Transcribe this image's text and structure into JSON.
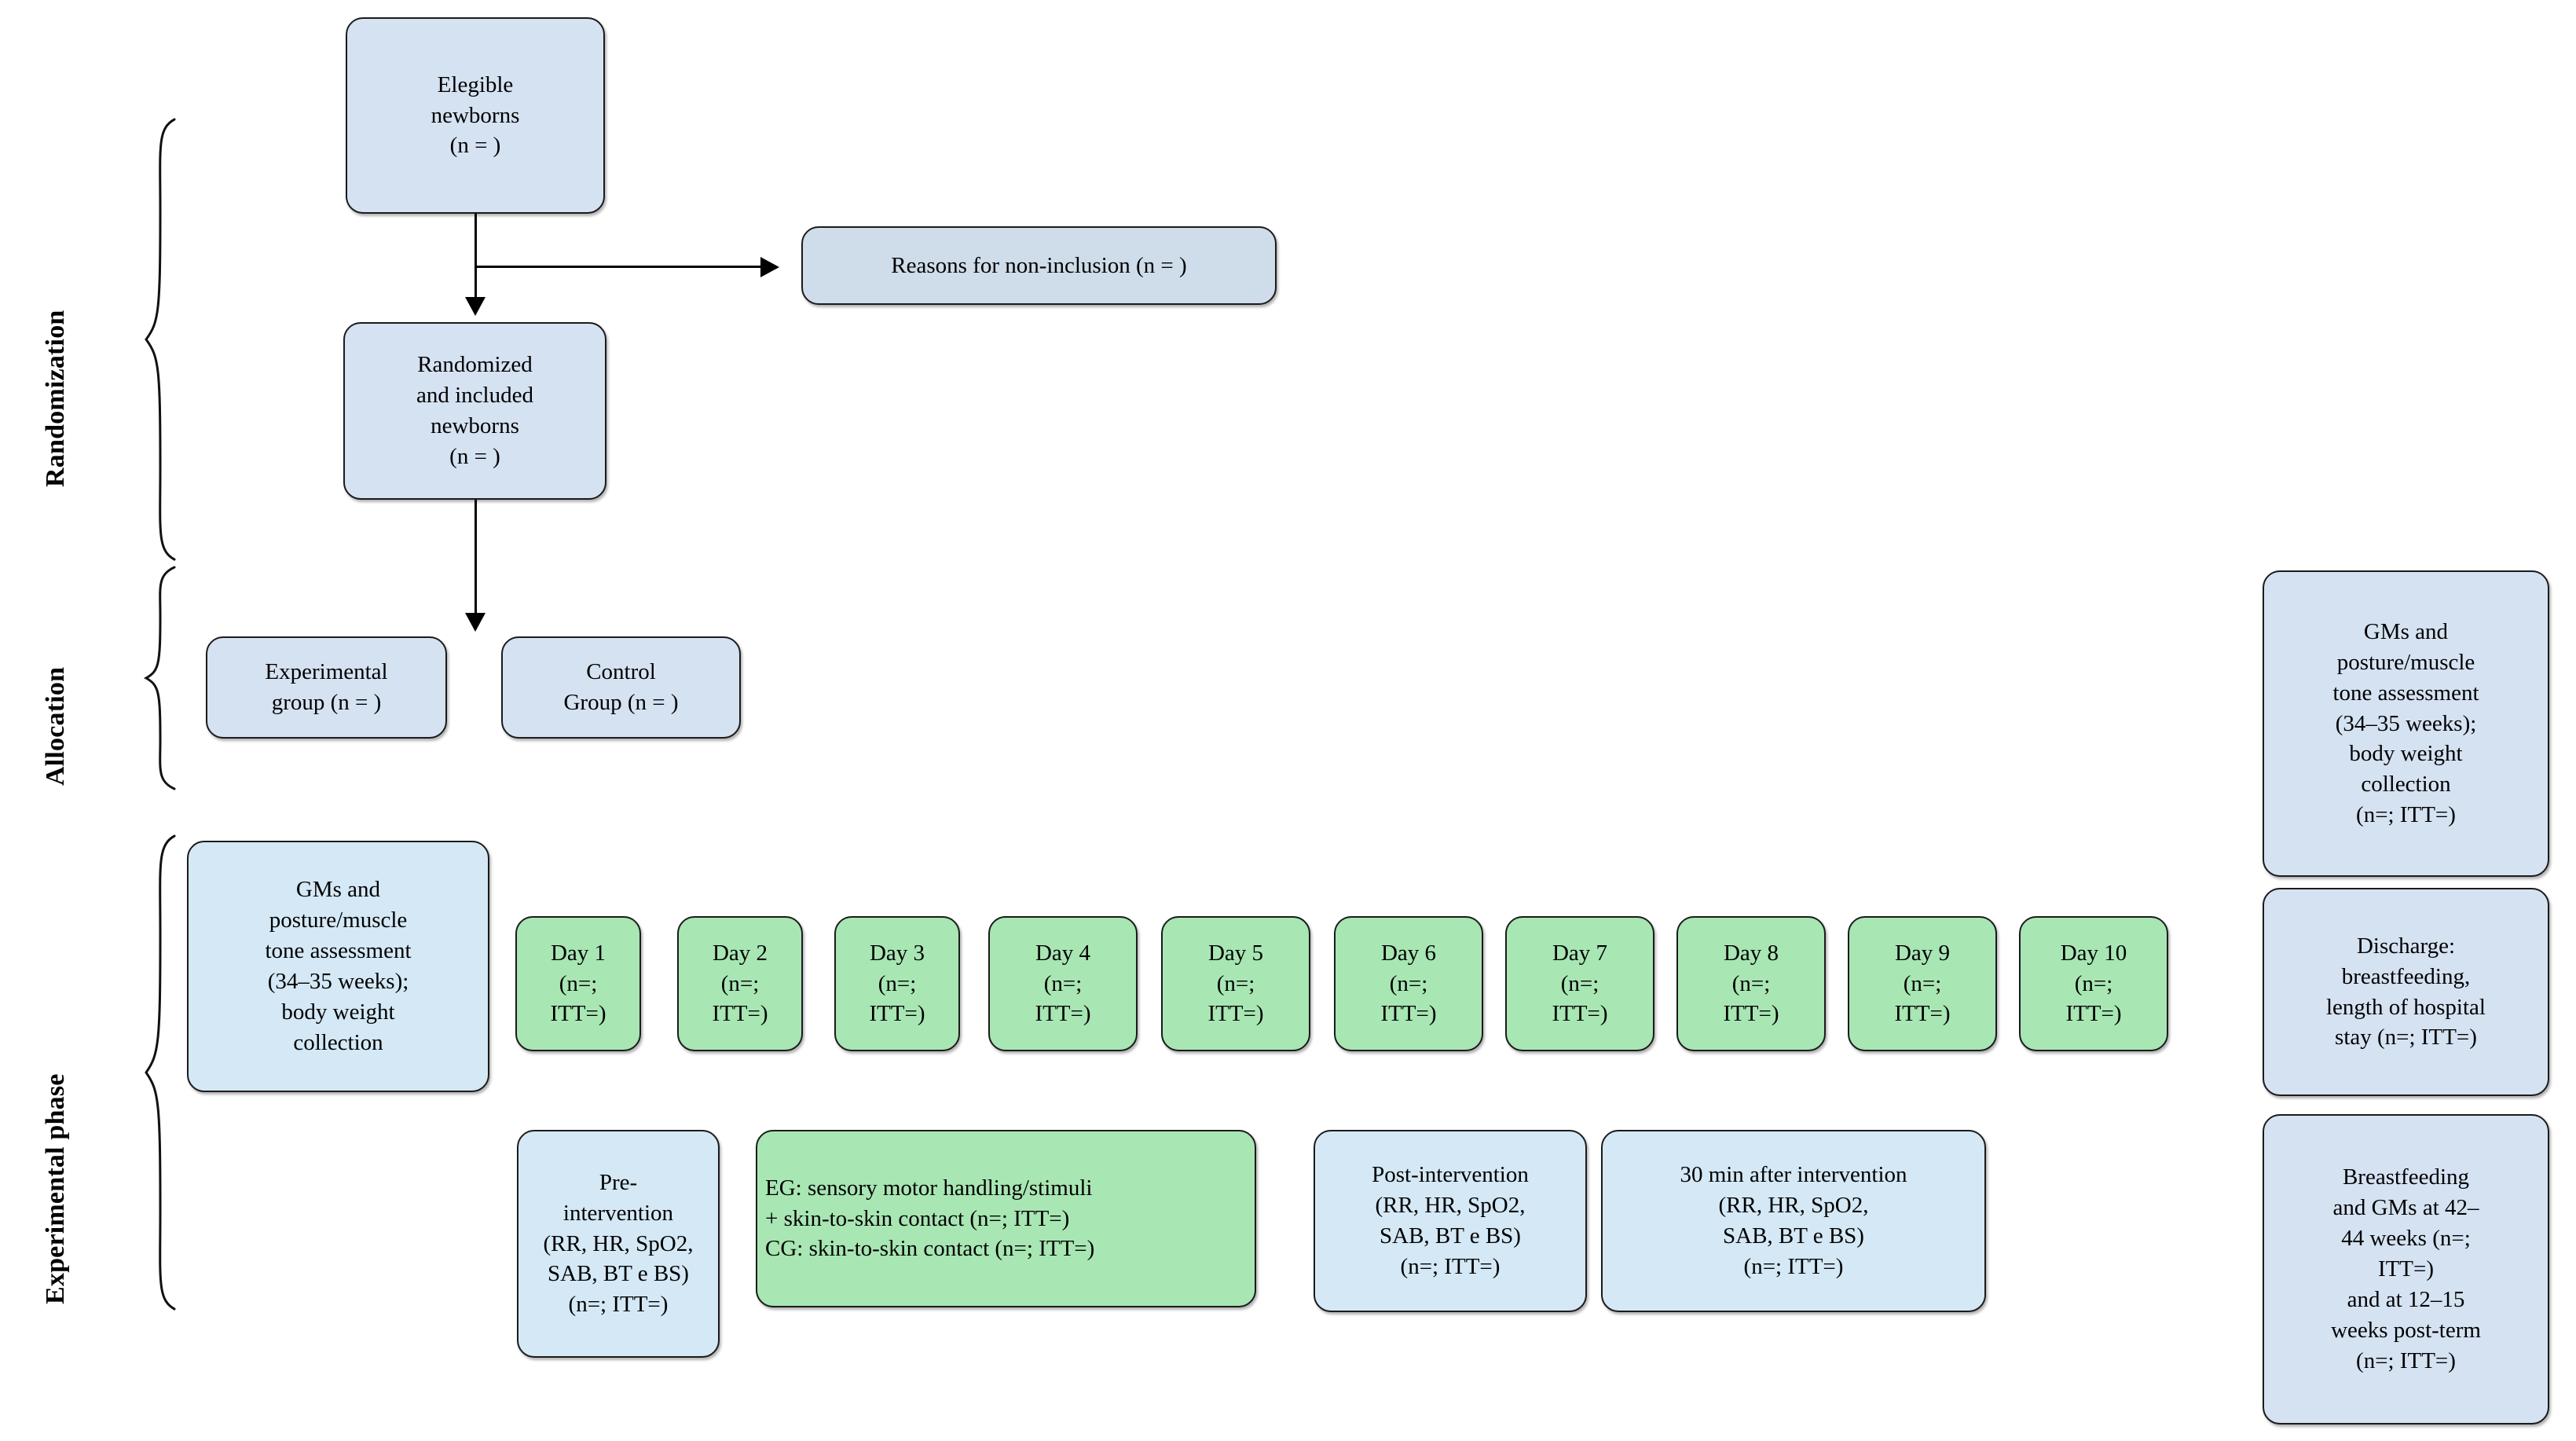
{
  "figure": {
    "type": "consort-flow-diagram",
    "background_color": "#ffffff"
  },
  "palette": {
    "box_blue": "#d5e2f2",
    "box_blue_gray": "#cfdcea",
    "box_cyan": "#d4e8f5",
    "box_green": "#a8e6b4",
    "border": "#1b1b1b",
    "text": "#000000"
  },
  "stages": [
    {
      "id": "randomization",
      "label": "Randomization"
    },
    {
      "id": "allocation",
      "label": "Allocation"
    },
    {
      "id": "experimental-phase",
      "label": "Experimental phase"
    }
  ],
  "nodes": {
    "eligible_newborns": {
      "label": "Elegible\nnewborns\n(n = )"
    },
    "reasons_non_inclusion": {
      "label": "Reasons for non-inclusion (n = )"
    },
    "randomized_included": {
      "label": "Randomized\nand included\nnewborns\n(n = )"
    },
    "experimental_group": {
      "label": "Experimental\ngroup (n = )"
    },
    "control_group": {
      "label": "Control\nGroup (n = )"
    },
    "gms_baseline": {
      "label": "GMs and\nposture/muscle\ntone assessment\n(34–35 weeks);\nbody weight\ncollection"
    },
    "gms_right": {
      "label": "GMs and\nposture/muscle\ntone assessment\n(34–35 weeks);\nbody weight\ncollection\n(n=; ITT=)"
    },
    "discharge": {
      "label": "Discharge:\nbreastfeeding,\nlength of hospital\nstay (n=; ITT=)"
    },
    "breastfeeding_followup": {
      "label": "Breastfeeding\nand GMs at 42–\n44 weeks (n=;\nITT=)\nand at 12–15\nweeks post-term\n(n=; ITT=)"
    },
    "pre_intervention": {
      "label": "Pre-\nintervention\n(RR, HR, SpO2,\nSAB, BT e BS)\n(n=; ITT=)"
    },
    "intervention": {
      "label": "EG: sensory motor handling/stimuli\n+ skin-to-skin contact (n=; ITT=)\nCG: skin-to-skin contact (n=; ITT=)"
    },
    "post_intervention": {
      "label": "Post-intervention\n(RR, HR, SpO2,\nSAB, BT e BS)\n(n=; ITT=)"
    },
    "after_30_min": {
      "label": "30 min after intervention\n(RR, HR, SpO2,\nSAB, BT e BS)\n(n=; ITT=)"
    }
  },
  "day_boxes": [
    {
      "label": "Day 1\n(n=;\nITT=)"
    },
    {
      "label": "Day 2\n(n=;\nITT=)"
    },
    {
      "label": "Day 3\n(n=;\nITT=)"
    },
    {
      "label": "Day 4\n(n=;\nITT=)"
    },
    {
      "label": "Day 5\n(n=;\nITT=)"
    },
    {
      "label": "Day 6\n(n=;\nITT=)"
    },
    {
      "label": "Day 7\n(n=;\nITT=)"
    },
    {
      "label": "Day 8\n(n=;\nITT=)"
    },
    {
      "label": "Day 9\n(n=;\nITT=)"
    },
    {
      "label": "Day 10\n(n=;\nITT=)"
    }
  ]
}
